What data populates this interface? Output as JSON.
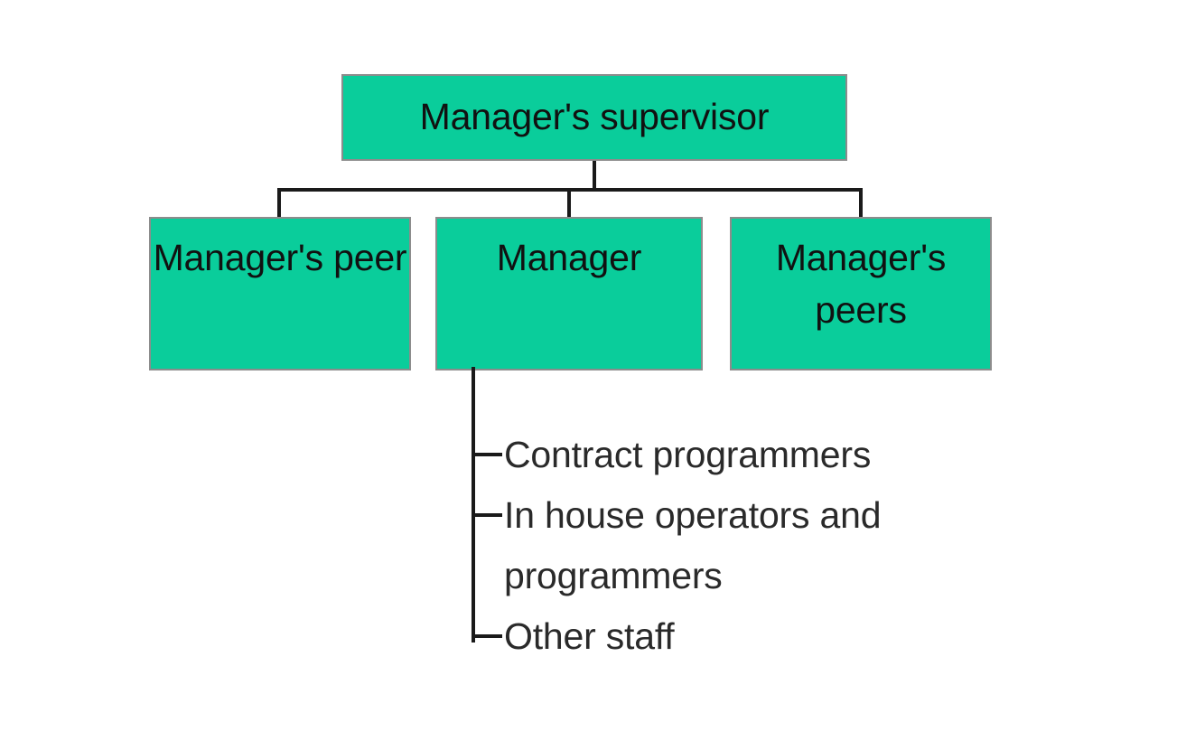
{
  "diagram": {
    "type": "organization-chart",
    "background_color": "#ffffff",
    "box_fill_color": "#0acd9b",
    "box_border_color": "#8c8c8c",
    "line_color": "#1a1a1a",
    "text_color": "#111111",
    "nodes": {
      "supervisor": {
        "label": "Manager's supervisor"
      },
      "peer_left": {
        "label": "Manager's peer"
      },
      "manager": {
        "label": "Manager"
      },
      "peers_right": {
        "label": "Manager's peers"
      }
    },
    "staff": {
      "items": [
        {
          "label": "Contract programmers",
          "has_tick": true,
          "continuation": false
        },
        {
          "label": "In house operators and",
          "has_tick": true,
          "continuation": false
        },
        {
          "label": "programmers",
          "has_tick": false,
          "continuation": true
        },
        {
          "label": "Other staff",
          "has_tick": true,
          "continuation": false
        }
      ]
    }
  }
}
